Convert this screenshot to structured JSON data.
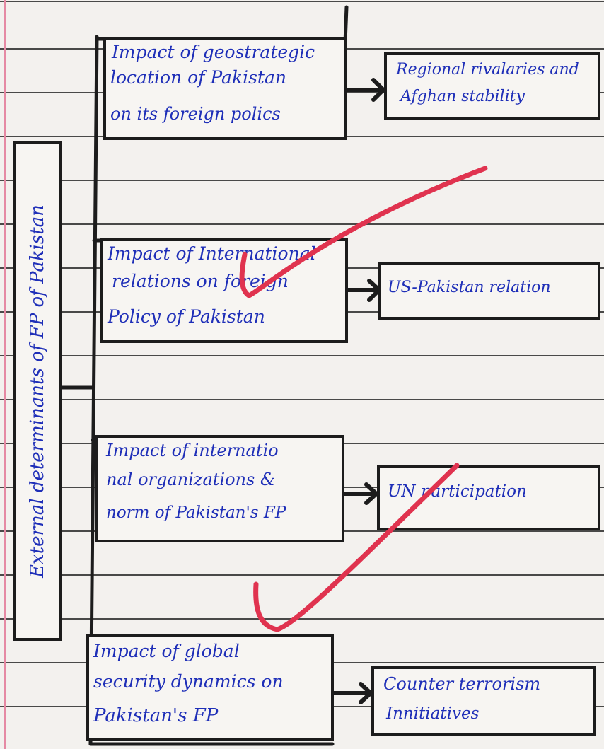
{
  "diagram": {
    "root": {
      "label": "External determinants of FP of Pakistan"
    },
    "branches": [
      {
        "label": "Impact of geostrategic location of Pakistan on its foreign polics",
        "lines": [
          "Impact of geostrategic",
          "location of Pakistan",
          "on its foreign polics"
        ],
        "result": "Regional rivalaries and Afghan stability",
        "result_lines": [
          "Regional rivalaries and",
          "Afghan stability"
        ]
      },
      {
        "label": "Impact of International relations on foreign Policy of Pakistan",
        "lines": [
          "Impact of International",
          "relations on foreign",
          "Policy of Pakistan"
        ],
        "result": "US-Pakistan relation",
        "result_lines": [
          "US-Pakistan relation"
        ]
      },
      {
        "label": "Impact of internatio nal organizations & norm of Pakistan's FP",
        "lines": [
          "Impact of internatio",
          "nal organizations &",
          "norm of Pakistan's FP"
        ],
        "result": "UN participation",
        "result_lines": [
          "UN participation"
        ]
      },
      {
        "label": "Impact of global security dynamics on Pakistan's FP",
        "lines": [
          "Impact of global",
          "security dynamics on",
          "Pakistan's FP"
        ],
        "result": "Counter terrorism Innitiatives",
        "result_lines": [
          "Counter terrorism",
          "Innitiatives"
        ]
      }
    ]
  },
  "colors": {
    "ink": "#1f2fb8",
    "border": "#1c1c1c",
    "checkmark": "#e0334f",
    "paper": "#f3f1ee"
  }
}
